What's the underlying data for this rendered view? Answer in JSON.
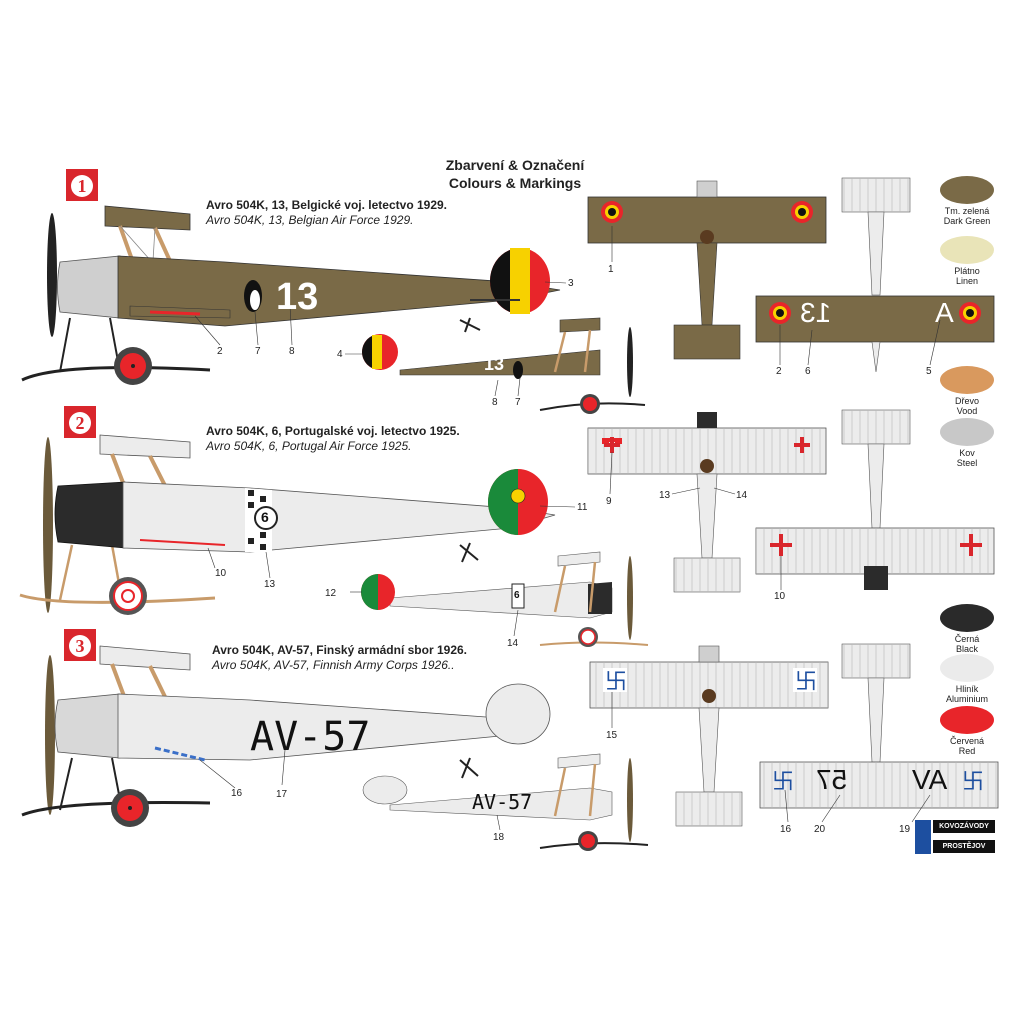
{
  "header": {
    "title_cz": "Zbarvení & Označení",
    "title_en": "Colours & Markings"
  },
  "schemes": [
    {
      "badge": "1",
      "caption_cz": "Avro 504K, 13, Belgické voj. letectvo 1929.",
      "caption_en": "Avro 504K, 13, Belgian Air Force 1929.",
      "code": "13"
    },
    {
      "badge": "2",
      "caption_cz": "Avro 504K, 6, Portugalské voj. letectvo 1925.",
      "caption_en": "Avro 504K, 6, Portugal Air Force 1925.",
      "code": "6"
    },
    {
      "badge": "3",
      "caption_cz": "Avro 504K, AV-57, Finský armádní sbor  1926.",
      "caption_en": "Avro 504K, AV-57, Finnish Army Corps 1926..",
      "code": "AV-57"
    }
  ],
  "wing_codes": {
    "belgian": [
      "13",
      "A"
    ],
    "finnish": [
      "57",
      "AV"
    ]
  },
  "callouts": [
    "1",
    "2",
    "3",
    "4",
    "5",
    "6",
    "7",
    "8",
    "9",
    "10",
    "11",
    "12",
    "13",
    "14",
    "15",
    "16",
    "17",
    "18",
    "19",
    "20"
  ],
  "palette": [
    {
      "cz": "Tm. zelená",
      "en": "Dark Green",
      "color": "#7a6a47"
    },
    {
      "cz": "Plátno",
      "en": "Linen",
      "color": "#e9e4b8"
    },
    {
      "cz": "Dřevo",
      "en": "Vood",
      "color": "#d9995e"
    },
    {
      "cz": "Kov",
      "en": "Steel",
      "color": "#c8c8c8"
    },
    {
      "cz": "Černá",
      "en": "Black",
      "color": "#2a2a2a"
    },
    {
      "cz": "Hliník",
      "en": "Aluminium",
      "color": "#ebebeb"
    },
    {
      "cz": "Červená",
      "en": "Red",
      "color": "#e8252a"
    }
  ],
  "logo": {
    "line1": "KOVOZÁVODY",
    "line2": "PROSTĚJOV"
  }
}
